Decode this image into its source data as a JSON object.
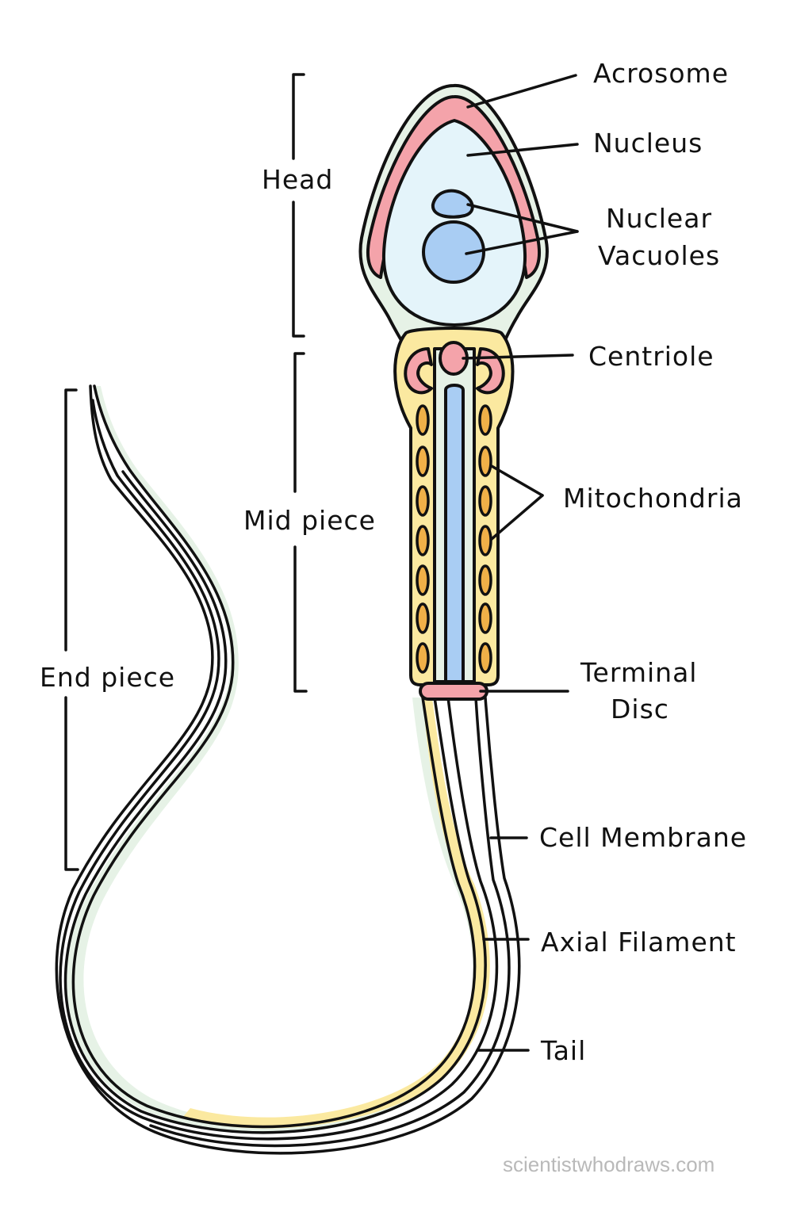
{
  "sections": {
    "head": "Head",
    "mid_piece": "Mid piece",
    "end_piece": "End piece"
  },
  "labels": {
    "acrosome": "Acrosome",
    "nucleus": "Nucleus",
    "nuclear_vacuoles_line1": "Nuclear",
    "nuclear_vacuoles_line2": "Vacuoles",
    "centriole": "Centriole",
    "mitochondria": "Mitochondria",
    "terminal_disc_line1": "Terminal",
    "terminal_disc_line2": "Disc",
    "cell_membrane": "Cell Membrane",
    "axial_filament": "Axial Filament",
    "tail": "Tail"
  },
  "watermark": "scientistwhodraws.com",
  "colors": {
    "membrane": "#e6f2e6",
    "nucleus": "#e4f4fa",
    "acrosome": "#f4a3aa",
    "vacuole": "#a9cdf3",
    "midpiece": "#fbe9a0",
    "mitochondria": "#f0b048",
    "axial": "#a9cdf3",
    "tail_inner": "#fbe9a0",
    "outline": "#111111"
  }
}
